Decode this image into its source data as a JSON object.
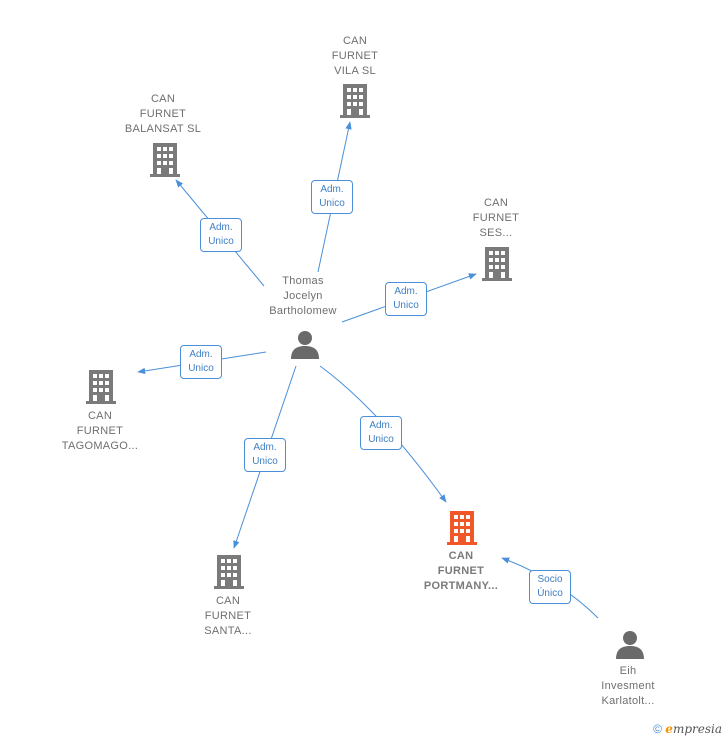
{
  "nodes": {
    "person_main": "Thomas\nJocelyn\nBartholomew",
    "vila": "CAN\nFURNET\nVILA  SL",
    "balansat": "CAN\nFURNET\nBALANSAT  SL",
    "ses": "CAN\nFURNET\nSES...",
    "tagomago": "CAN\nFURNET\nTAGOMAGO...",
    "santa": "CAN\nFURNET\nSANTA...",
    "portmany": "CAN\nFURNET\nPORTMANY...",
    "eih": "Eih\nInvesment\nKarlatolt..."
  },
  "edges": {
    "vila": "Adm.\nUnico",
    "balansat": "Adm.\nUnico",
    "ses": "Adm.\nUnico",
    "tagomago": "Adm.\nUnico",
    "santa": "Adm.\nUnico",
    "portmany": "Adm.\nUnico",
    "eih": "Socio\nÚnico"
  },
  "footer": {
    "copyright": "©",
    "brand_initial": "e",
    "brand_rest": "mpresia"
  },
  "colors": {
    "edge": "#4a90d9",
    "company_icon": "#7a7a7a",
    "focus_icon": "#f0582a",
    "person_icon": "#6a6a6a"
  }
}
